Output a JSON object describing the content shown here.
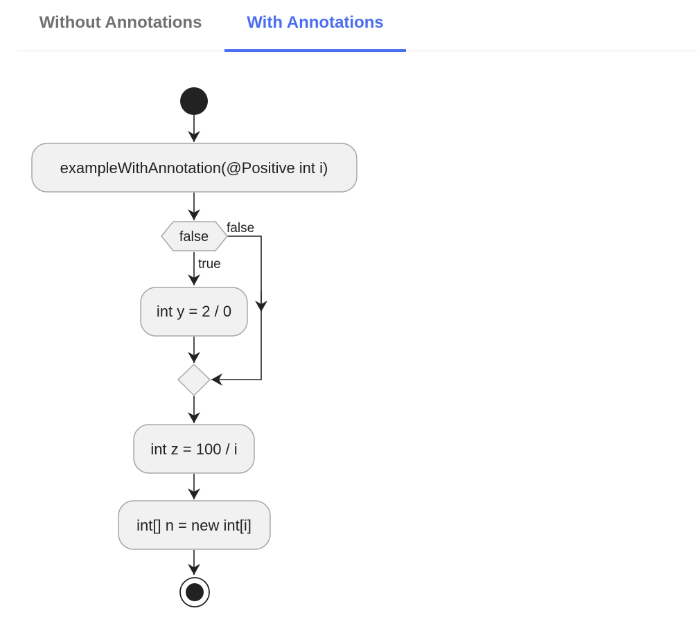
{
  "tabs": [
    {
      "label": "Without Annotations",
      "active": false
    },
    {
      "label": "With Annotations",
      "active": true
    }
  ],
  "diagram": {
    "method": "exampleWithAnnotation(@Positive int i)",
    "condition": "false",
    "true_label": "true",
    "false_label": "false",
    "step_y": "int y = 2 / 0",
    "step_z": "int z = 100 / i",
    "step_n": "int[] n = new int[i]"
  },
  "colors": {
    "accent": "#4a6ef0",
    "inactive_tab": "#707070",
    "node_fill": "#f1f1f1",
    "node_stroke": "#a8a8a8",
    "arrow": "#222222"
  }
}
